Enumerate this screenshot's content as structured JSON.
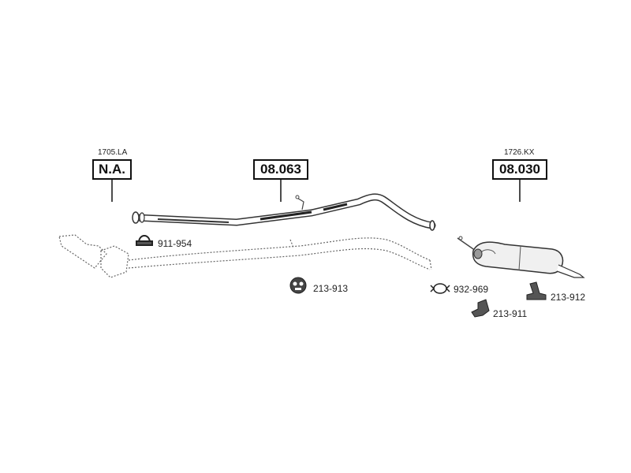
{
  "assemblies": {
    "front": {
      "small_label": "1705.LA",
      "ref": "N.A."
    },
    "middle": {
      "ref": "08.063"
    },
    "rear": {
      "small_label": "1726.KX",
      "ref": "08.030"
    }
  },
  "parts": {
    "clamp_front": "911-954",
    "rubber_mount_middle": "213-913",
    "clamp_rear": "932-969",
    "bracket_a": "213-912",
    "bracket_b": "213-911"
  }
}
